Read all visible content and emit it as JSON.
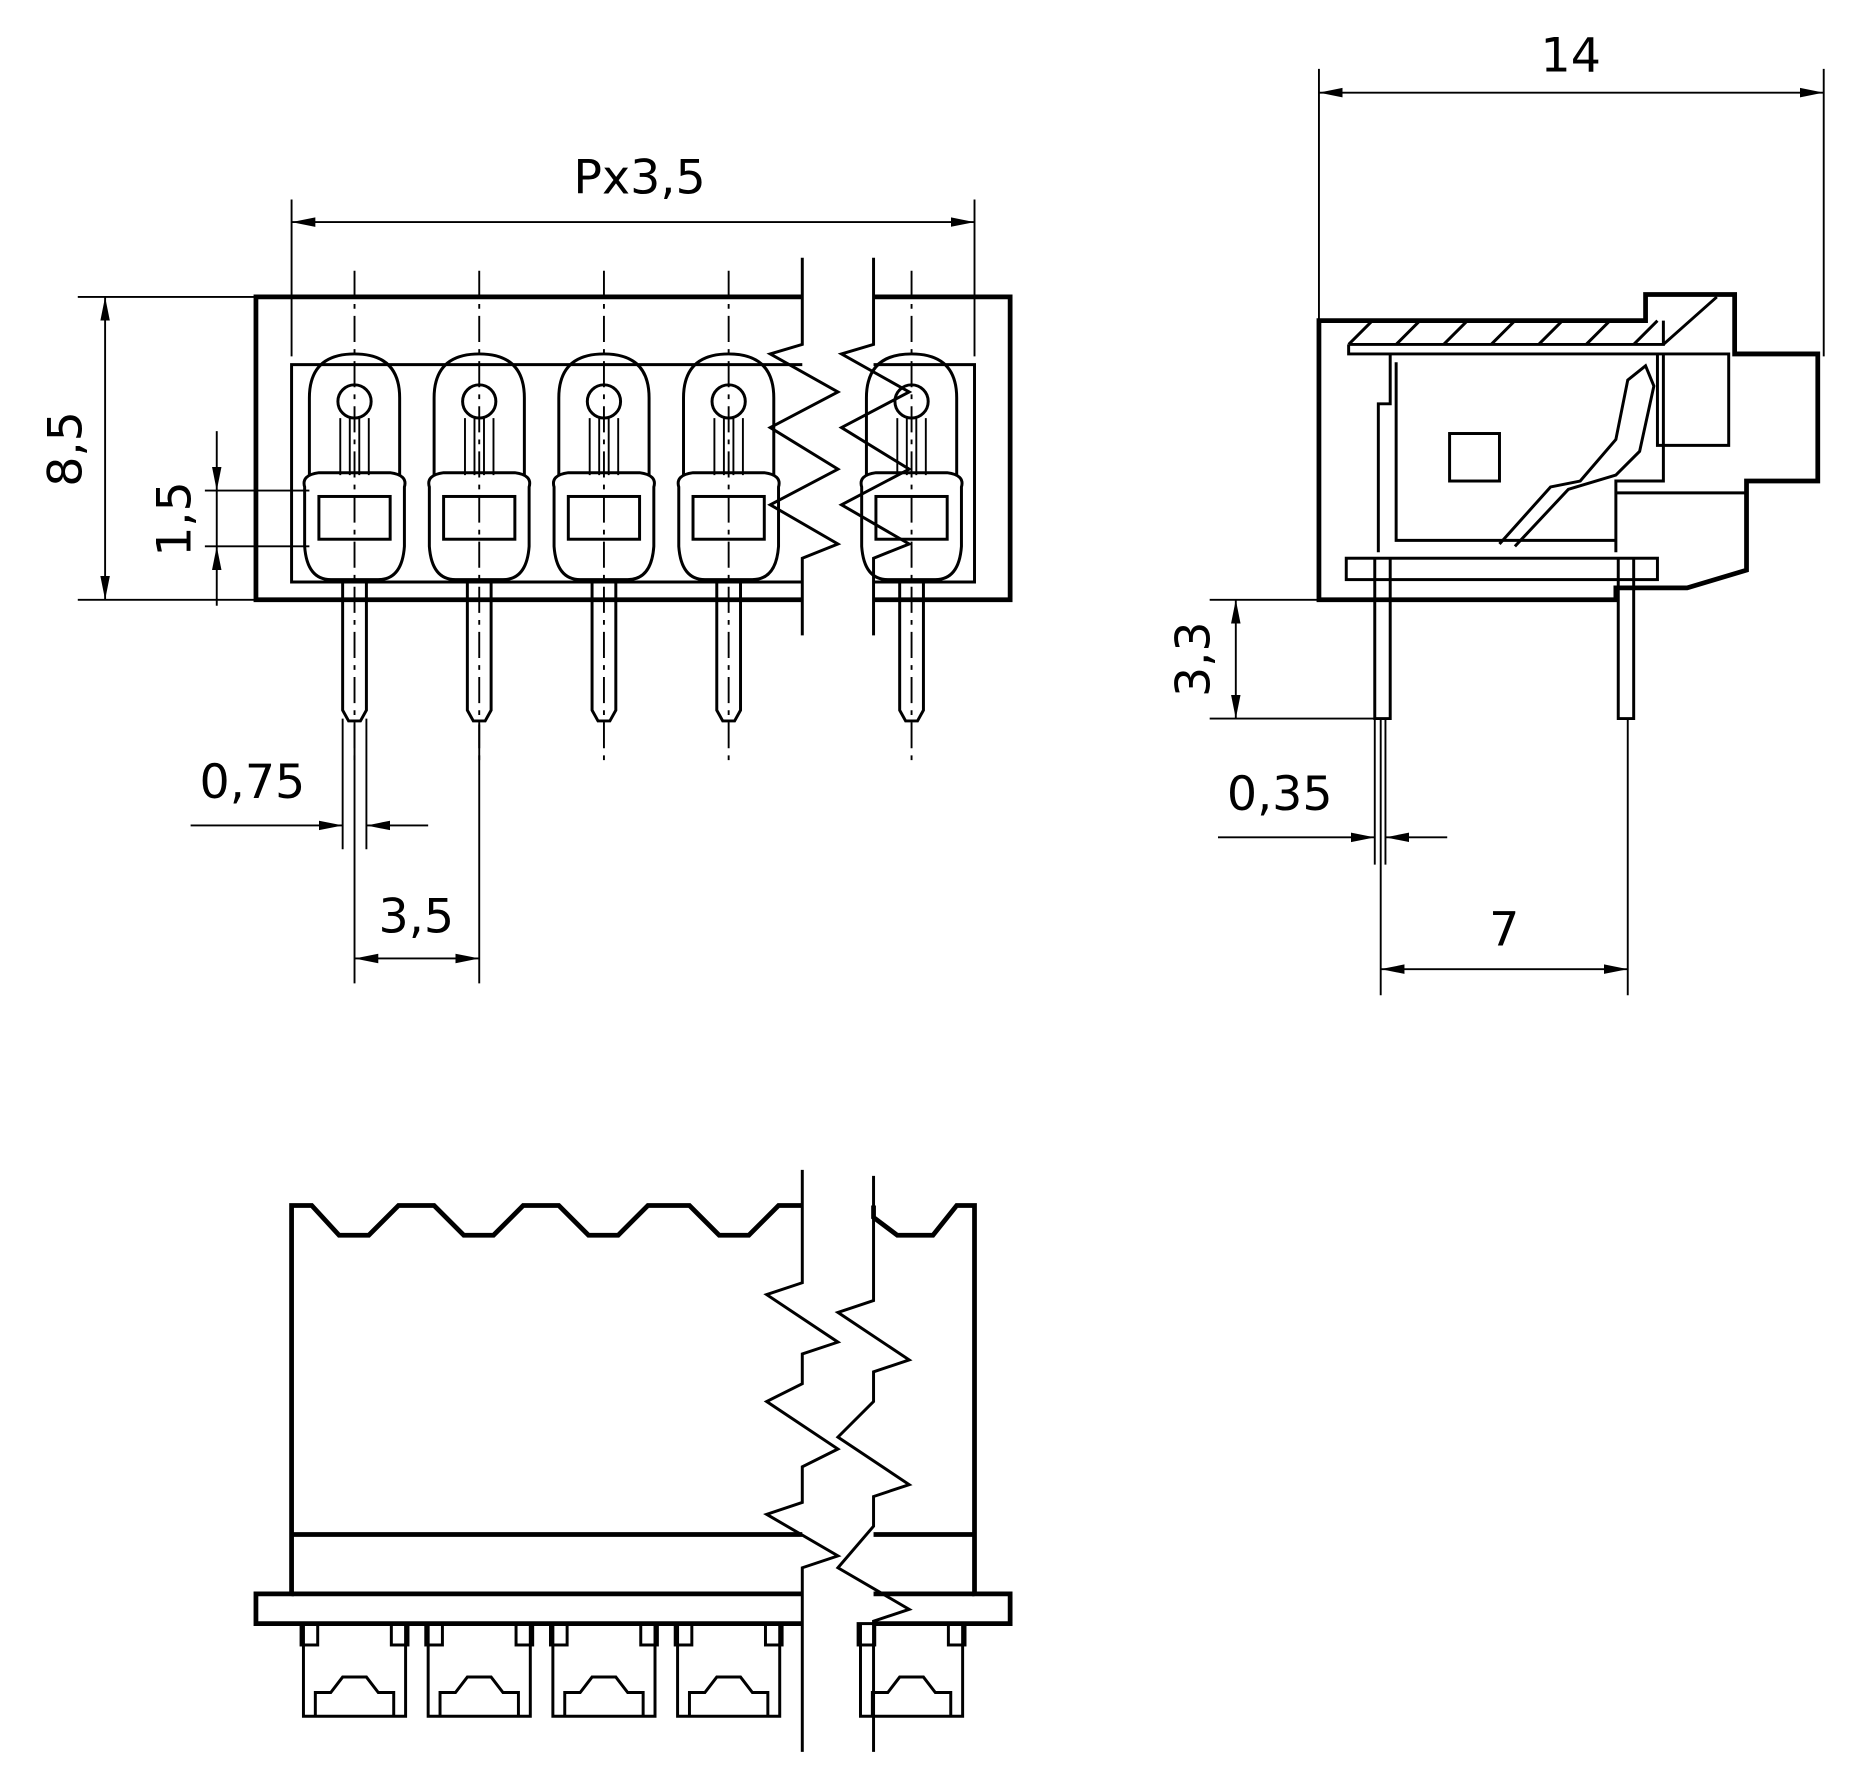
{
  "dimensions": {
    "pitch_total": "Px3,5",
    "height": "8,5",
    "contact_offset": "1,5",
    "pin_width": "0,75",
    "pitch": "3,5",
    "depth": "14",
    "pin_length": "3,3",
    "pin_thickness": "0,35",
    "pin_row_spacing": "7"
  },
  "views": {
    "front": {
      "visible_terminals": 5
    },
    "bottom": {
      "visible_terminals": 5
    }
  },
  "line_color": "#000000",
  "background": "#ffffff"
}
